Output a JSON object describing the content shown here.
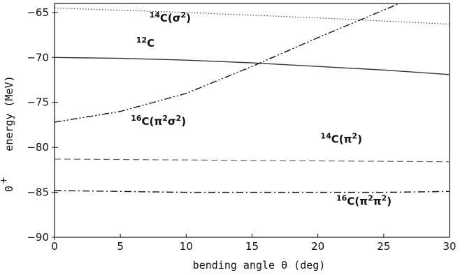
{
  "chart_data": {
    "type": "line",
    "xlabel": "bending angle θ (deg)",
    "ylabel": "energy (MeV)",
    "ylabel_prefix": "0",
    "ylabel_prefix_sup": "+",
    "xlim": [
      0,
      30
    ],
    "ylim": [
      -90,
      -64
    ],
    "x_ticks": [
      0,
      5,
      10,
      15,
      20,
      25,
      30
    ],
    "y_ticks": [
      -90,
      -85,
      -80,
      -75,
      -70,
      -65
    ],
    "grid": false,
    "series": [
      {
        "name": "14C(σ2)",
        "style": "dotted",
        "x": [
          0,
          10,
          20,
          30
        ],
        "y": [
          -64.5,
          -65.0,
          -65.6,
          -66.3
        ]
      },
      {
        "name": "12C",
        "style": "solid",
        "x": [
          0,
          5,
          10,
          15,
          20,
          25,
          30
        ],
        "y": [
          -70.0,
          -70.1,
          -70.3,
          -70.6,
          -71.0,
          -71.4,
          -71.9
        ]
      },
      {
        "name": "16C(π2σ2)",
        "style": "dash-dot-dot",
        "x": [
          0,
          5,
          10,
          15,
          20,
          23.1,
          26.2
        ],
        "y": [
          -77.2,
          -76.0,
          -74.0,
          -71.0,
          -67.8,
          -65.9,
          -64.0
        ]
      },
      {
        "name": "14C(π2)",
        "style": "dashed",
        "x": [
          0,
          10,
          20,
          30
        ],
        "y": [
          -81.3,
          -81.4,
          -81.5,
          -81.6
        ]
      },
      {
        "name": "16C(π2π2)",
        "style": "dash-dot",
        "x": [
          0,
          5,
          10,
          15,
          20,
          25,
          30
        ],
        "y": [
          -84.8,
          -84.9,
          -85.0,
          -85.0,
          -85.0,
          -85.0,
          -84.9
        ]
      }
    ],
    "annotations": [
      {
        "sup": "14",
        "text": "C(σ",
        "sup2": "2",
        "tail": ")",
        "at": [
          7.2,
          -66.0
        ]
      },
      {
        "sup": "12",
        "text": "C",
        "sup2": "",
        "tail": "",
        "at": [
          6.2,
          -68.8
        ]
      },
      {
        "sup": "16",
        "text": "C(π",
        "sup2": "2",
        "tail": "σ",
        "sup3": "2",
        "tail2": ")",
        "at": [
          5.8,
          -77.5
        ]
      },
      {
        "sup": "14",
        "text": "C(π",
        "sup2": "2",
        "tail": ")",
        "at": [
          20.2,
          -79.5
        ]
      },
      {
        "sup": "16",
        "text": "C(π",
        "sup2": "2",
        "tail": "π",
        "sup3": "2",
        "tail2": ")",
        "at": [
          21.4,
          -86.4
        ]
      }
    ]
  }
}
